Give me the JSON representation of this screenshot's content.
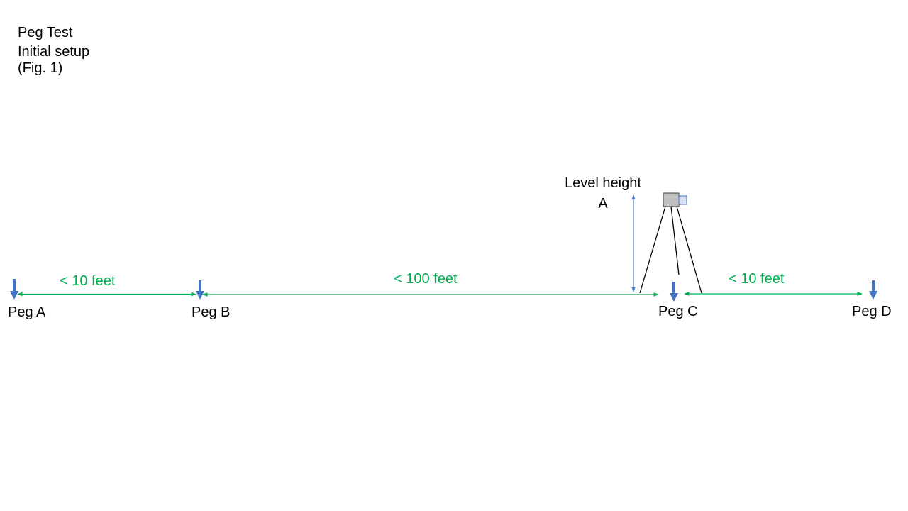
{
  "title": {
    "line1": "Peg Test",
    "line2": "Initial setup",
    "line3": "(Fig. 1)"
  },
  "pegs": [
    {
      "label": "Peg A"
    },
    {
      "label": "Peg B"
    },
    {
      "label": "Peg C"
    },
    {
      "label": "Peg D"
    }
  ],
  "distances": [
    {
      "label": "< 10 feet"
    },
    {
      "label": "< 100 feet"
    },
    {
      "label": "< 10 feet"
    }
  ],
  "level_height": {
    "line1": "Level height",
    "line2": "A"
  },
  "icons": [
    "peg-marker-arrow-icon",
    "level-instrument-icon",
    "tripod-icon"
  ],
  "colors": {
    "peg_marker": "#4472C4",
    "distance_text": "#00B050",
    "distance_arrow": "#00B050",
    "height_arrow": "#4472C4",
    "instrument_body": "#BFBFBF",
    "instrument_lens": "#D9E1F2",
    "text": "#000000"
  }
}
